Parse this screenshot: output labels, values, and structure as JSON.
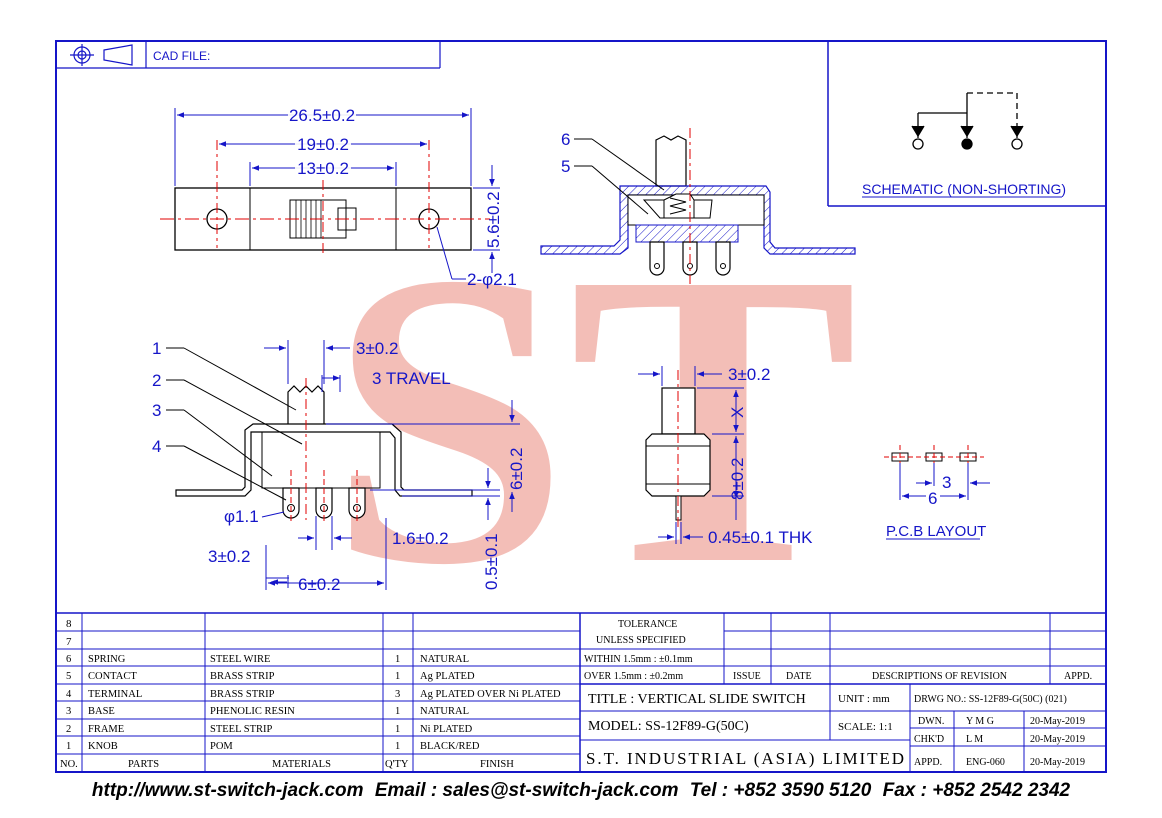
{
  "header": {
    "cad_label": "CAD FILE:"
  },
  "schematic": {
    "title": "SCHEMATIC (NON-SHORTING)"
  },
  "watermark": {
    "text": "ST",
    "color": "#f3b0a8"
  },
  "colors": {
    "line": "#1515c8",
    "highlight": "#e00000",
    "body": "#000000"
  },
  "top_view": {
    "dim_overall": "26.5±0.2",
    "dim_holes": "19±0.2",
    "dim_slot": "13±0.2",
    "dim_height": "5.6±0.2",
    "hole_label": "2-φ2.1"
  },
  "side_view": {
    "callout_6": "6",
    "callout_5": "5"
  },
  "front_view": {
    "callouts": [
      "1",
      "2",
      "3",
      "4"
    ],
    "dim_knob": "3±0.2",
    "travel": "3 TRAVEL",
    "dim_height": "6±0.2",
    "pin_dia": "φ1.1",
    "dim_pin_width": "1.6±0.2",
    "dim_pitch": "3±0.2",
    "dim_span": "6±0.2",
    "dim_offset": "0.5±0.1"
  },
  "end_view": {
    "dim_knob": "3±0.2",
    "dim_x": "X",
    "dim_height": "8±0.2",
    "dim_thk": "0.45±0.1 THK"
  },
  "pcb": {
    "dim_pitch": "3",
    "dim_span": "6",
    "title": "P.C.B LAYOUT"
  },
  "bom": {
    "row_numbers": [
      "8",
      "7",
      "6",
      "5",
      "4",
      "3",
      "2",
      "1"
    ],
    "rows": [
      {
        "no": "6",
        "part": "SPRING",
        "material": "STEEL WIRE",
        "qty": "1",
        "finish": "NATURAL"
      },
      {
        "no": "5",
        "part": "CONTACT",
        "material": "BRASS STRIP",
        "qty": "1",
        "finish": "Ag PLATED"
      },
      {
        "no": "4",
        "part": "TERMINAL",
        "material": "BRASS STRIP",
        "qty": "3",
        "finish": "Ag PLATED OVER Ni PLATED"
      },
      {
        "no": "3",
        "part": "BASE",
        "material": "PHENOLIC RESIN",
        "qty": "1",
        "finish": "NATURAL"
      },
      {
        "no": "2",
        "part": "FRAME",
        "material": "STEEL STRIP",
        "qty": "1",
        "finish": "Ni PLATED"
      },
      {
        "no": "1",
        "part": "KNOB",
        "material": "POM",
        "qty": "1",
        "finish": "BLACK/RED"
      }
    ],
    "headers": {
      "no": "NO.",
      "parts": "PARTS",
      "materials": "MATERIALS",
      "qty": "Q'TY",
      "finish": "FINISH"
    }
  },
  "tolerance": {
    "title": "TOLERANCE",
    "subtitle": "UNLESS SPECIFIED",
    "within": "WITHIN 1.5mm : ±0.1mm",
    "over": "OVER 1.5mm : ±0.2mm"
  },
  "revision": {
    "issue": "ISSUE",
    "date": "DATE",
    "descriptions": "DESCRIPTIONS OF REVISION",
    "appd": "APPD."
  },
  "title_block": {
    "title": "TITLE : VERTICAL SLIDE SWITCH",
    "unit": "UNIT : mm",
    "drwg_no": "DRWG NO.: SS-12F89-G(50C) (021)",
    "model": "MODEL: SS-12F89-G(50C)",
    "scale": "SCALE: 1:1",
    "dwn_label": "DWN.",
    "dwn_name": "Y M G",
    "dwn_date": "20-May-2019",
    "chkd_label": "CHK'D",
    "chkd_name": "L M",
    "chkd_date": "20-May-2019",
    "appd_label": "APPD.",
    "appd_name": "ENG-060",
    "appd_date": "20-May-2019",
    "company": "S.T. INDUSTRIAL (ASIA) LIMITED"
  },
  "footer": {
    "url": "http://www.st-switch-jack.com",
    "email": "Email : sales@st-switch-jack.com",
    "tel": "Tel : +852 3590 5120",
    "fax": "Fax : +852 2542 2342"
  }
}
